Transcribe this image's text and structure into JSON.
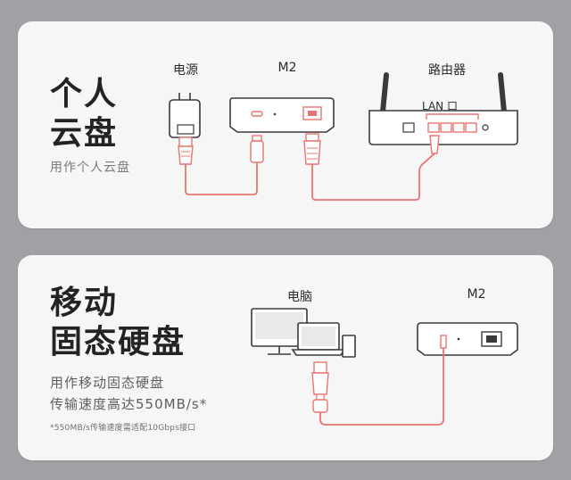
{
  "card1": {
    "title_line1": "个人",
    "title_line2": "云盘",
    "subtitle": "用作个人云盘",
    "labels": {
      "power": "电源",
      "m2": "M2",
      "router": "路由器",
      "lan": "LAN 口"
    }
  },
  "card2": {
    "title_line1": "移动",
    "title_line2": "固态硬盘",
    "subtitle_line1": "用作移动固态硬盘",
    "subtitle_line2": "传输速度高达550MB/s*",
    "note": "*550MB/s传输速度需适配10Gbps接口",
    "labels": {
      "pc": "电脑",
      "m2": "M2"
    }
  },
  "colors": {
    "cable": "#e8756f",
    "background": "#9fa1a5",
    "card": "#f6f6f6",
    "title": "#232323"
  }
}
